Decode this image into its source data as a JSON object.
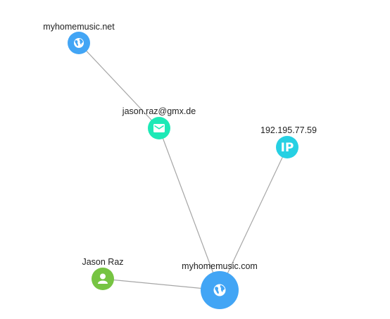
{
  "graph": {
    "nodes": [
      {
        "id": "n1",
        "name": "domain-node-myhomemusic-net",
        "label": "myhomemusic.net",
        "type": "domain",
        "icon": "globe-icon",
        "color": "#42a5f5"
      },
      {
        "id": "n2",
        "name": "email-node-jason-raz",
        "label": "jason.raz@gmx.de",
        "type": "email",
        "icon": "envelope-icon",
        "color": "#1de9b6"
      },
      {
        "id": "n3",
        "name": "ip-node-192-195-77-59",
        "label": "192.195.77.59",
        "type": "ip",
        "icon": "ip-icon",
        "icon_text": "IP",
        "color": "#26d0e3"
      },
      {
        "id": "n4",
        "name": "domain-node-myhomemusic-com",
        "label": "myhomemusic.com",
        "type": "domain",
        "icon": "globe-icon",
        "color": "#42a5f5"
      },
      {
        "id": "n5",
        "name": "person-node-jason-raz",
        "label": "Jason Raz",
        "type": "person",
        "icon": "person-icon",
        "color": "#76c442"
      }
    ],
    "edges": [
      {
        "source": "n1",
        "target": "n2"
      },
      {
        "source": "n2",
        "target": "n4"
      },
      {
        "source": "n3",
        "target": "n4"
      },
      {
        "source": "n5",
        "target": "n4"
      }
    ],
    "edge_color": "#a6a6a6"
  }
}
